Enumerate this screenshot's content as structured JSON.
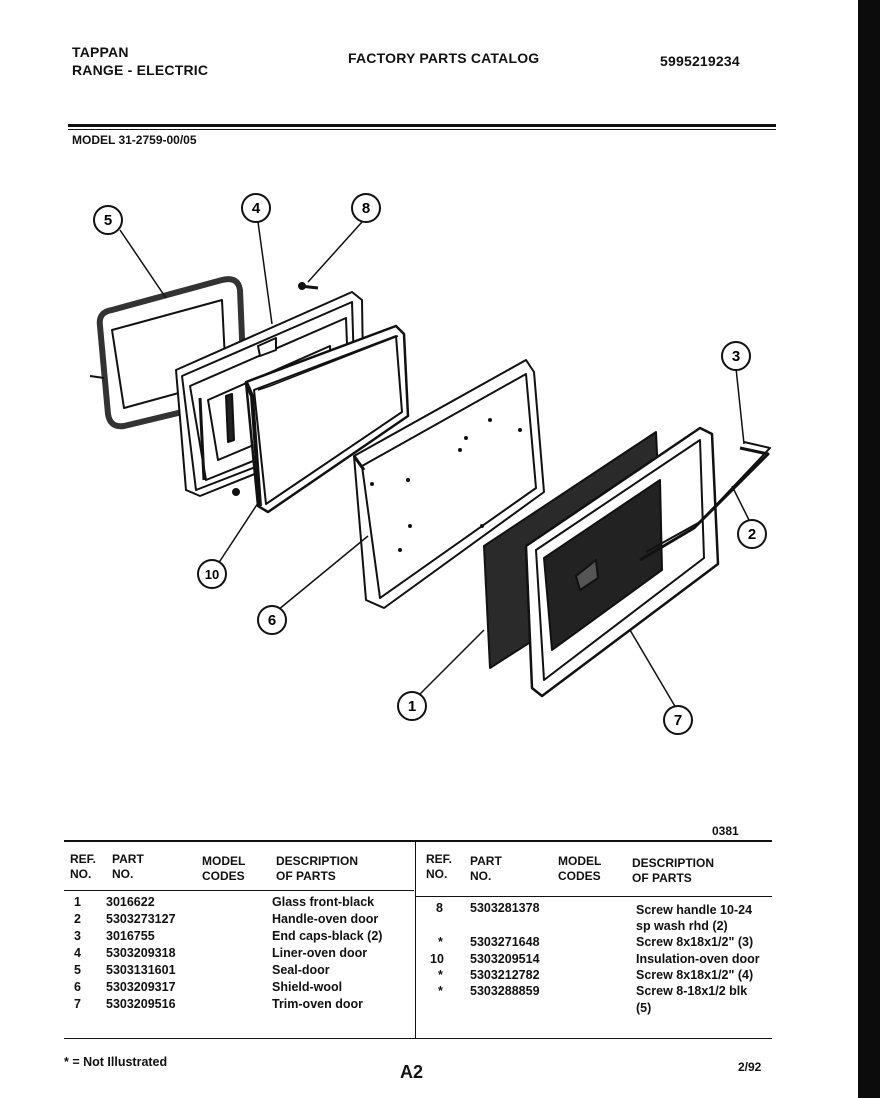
{
  "header": {
    "brand": "TAPPAN",
    "category": "RANGE - ELECTRIC",
    "catalog_title": "FACTORY PARTS CATALOG",
    "catalog_number": "5995219234",
    "model_line": "MODEL 31-2759-00/05"
  },
  "diagram": {
    "callouts": [
      "5",
      "4",
      "8",
      "3",
      "2",
      "10",
      "6",
      "1",
      "7"
    ]
  },
  "table": {
    "code": "0381",
    "left_headers": {
      "ref": "REF.",
      "ref2": "NO.",
      "part": "PART",
      "part2": "NO.",
      "model": "MODEL",
      "model2": "CODES",
      "desc": "DESCRIPTION",
      "desc2": "OF PARTS"
    },
    "right_headers": {
      "ref": "REF.",
      "ref2": "NO.",
      "part": "PART",
      "part2": "NO.",
      "model": "MODEL",
      "model2": "CODES",
      "desc": "DESCRIPTION",
      "desc2": "OF PARTS"
    },
    "left_rows": [
      {
        "ref": "1",
        "part": "3016622",
        "desc": "Glass front-black"
      },
      {
        "ref": "2",
        "part": "5303273127",
        "desc": "Handle-oven door"
      },
      {
        "ref": "3",
        "part": "3016755",
        "desc": "End caps-black (2)"
      },
      {
        "ref": "4",
        "part": "5303209318",
        "desc": "Liner-oven door"
      },
      {
        "ref": "5",
        "part": "5303131601",
        "desc": "Seal-door"
      },
      {
        "ref": "6",
        "part": "5303209317",
        "desc": "Shield-wool"
      },
      {
        "ref": "7",
        "part": "5303209516",
        "desc": "Trim-oven door"
      }
    ],
    "right_rows": [
      {
        "ref": "8",
        "part": "5303281378",
        "desc": "Screw handle 10-24"
      },
      {
        "ref": "",
        "part": "",
        "desc": "sp wash rhd (2)"
      },
      {
        "ref": "*",
        "part": "5303271648",
        "desc": "Screw 8x18x1/2\" (3)"
      },
      {
        "ref": "10",
        "part": "5303209514",
        "desc": "Insulation-oven door"
      },
      {
        "ref": "*",
        "part": "5303212782",
        "desc": "Screw 8x18x1/2\" (4)"
      },
      {
        "ref": "*",
        "part": "5303288859",
        "desc": "Screw 8-18x1/2 blk"
      },
      {
        "ref": "",
        "part": "",
        "desc": "(5)"
      }
    ]
  },
  "footer": {
    "note": "* = Not Illustrated",
    "page": "A2",
    "date": "2/92"
  }
}
